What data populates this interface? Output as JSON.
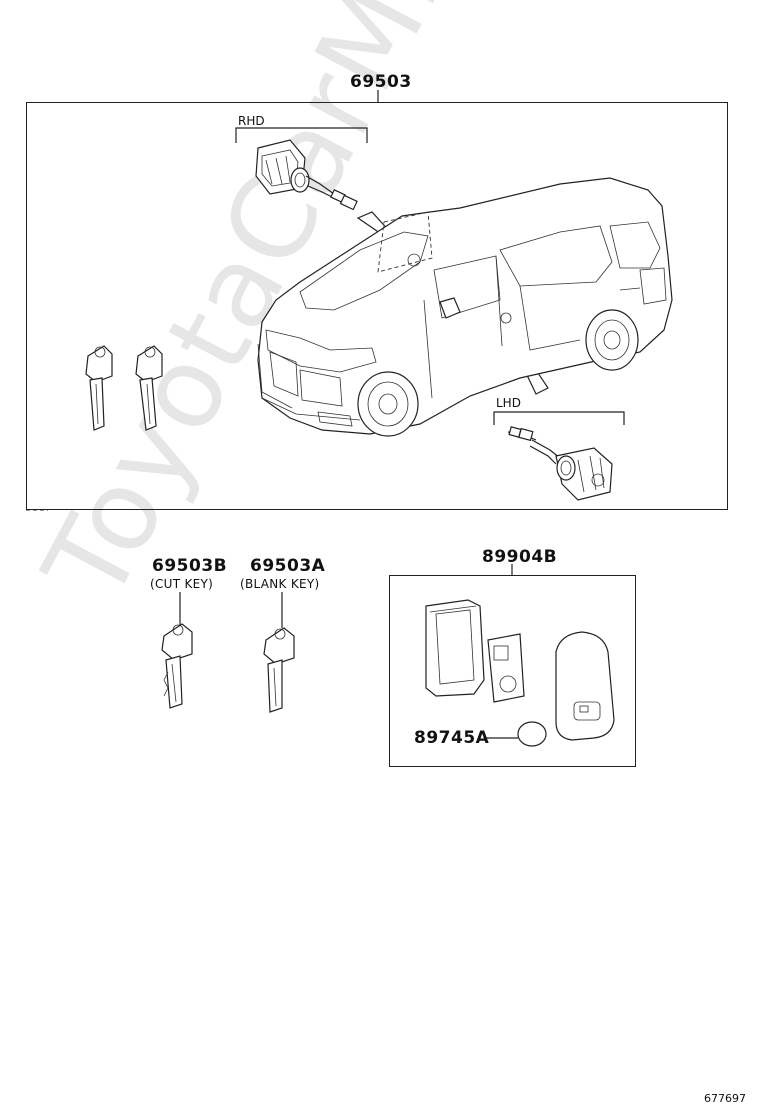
{
  "watermark": "ToyotaCarMine.ru",
  "parts": {
    "main": "69503",
    "rhd": "RHD",
    "lhd": "LHD",
    "cut_key_no": "69503B",
    "cut_key_desc": "(CUT KEY)",
    "blank_key_no": "69503A",
    "blank_key_desc": "(BLANK KEY)",
    "remote_no": "89904B",
    "battery_no": "89745A"
  },
  "figure_id": "677697"
}
